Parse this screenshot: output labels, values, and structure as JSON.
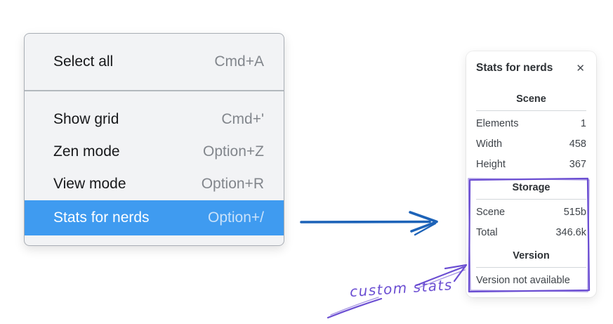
{
  "colors": {
    "menu_bg": "#f2f3f5",
    "menu_border": "#a9aeb5",
    "menu_divider": "#b3b8bd",
    "menu_text": "#17181a",
    "menu_shortcut": "#82868c",
    "highlight_bg": "#3f9bf0",
    "highlight_text": "#ffffff",
    "highlight_shortcut": "#c9e2fa",
    "panel_bg": "#ffffff",
    "panel_text": "#3f444a",
    "panel_title": "#2e3236",
    "panel_line": "#d3d7db",
    "arrow_blue": "#1d63b8",
    "annotation_purple": "#6b4ed2"
  },
  "context_menu": {
    "groups": [
      {
        "items": [
          {
            "label": "Select all",
            "shortcut": "Cmd+A",
            "highlighted": false
          }
        ]
      },
      {
        "items": [
          {
            "label": "Show grid",
            "shortcut": "Cmd+'",
            "highlighted": false
          },
          {
            "label": "Zen mode",
            "shortcut": "Option+Z",
            "highlighted": false
          },
          {
            "label": "View mode",
            "shortcut": "Option+R",
            "highlighted": false
          },
          {
            "label": "Stats for nerds",
            "shortcut": "Option+/",
            "highlighted": true
          }
        ]
      }
    ]
  },
  "stats_panel": {
    "title": "Stats for nerds",
    "close_icon": "✕",
    "sections": [
      {
        "heading": "Scene",
        "rows": [
          {
            "label": "Elements",
            "value": "1"
          },
          {
            "label": "Width",
            "value": "458"
          },
          {
            "label": "Height",
            "value": "367"
          }
        ]
      },
      {
        "heading": "Storage",
        "rows": [
          {
            "label": "Scene",
            "value": "515b"
          },
          {
            "label": "Total",
            "value": "346.6k"
          }
        ]
      },
      {
        "heading": "Version",
        "rows": [],
        "note": "Version not available"
      }
    ]
  },
  "annotation": {
    "label": "custom stats"
  }
}
